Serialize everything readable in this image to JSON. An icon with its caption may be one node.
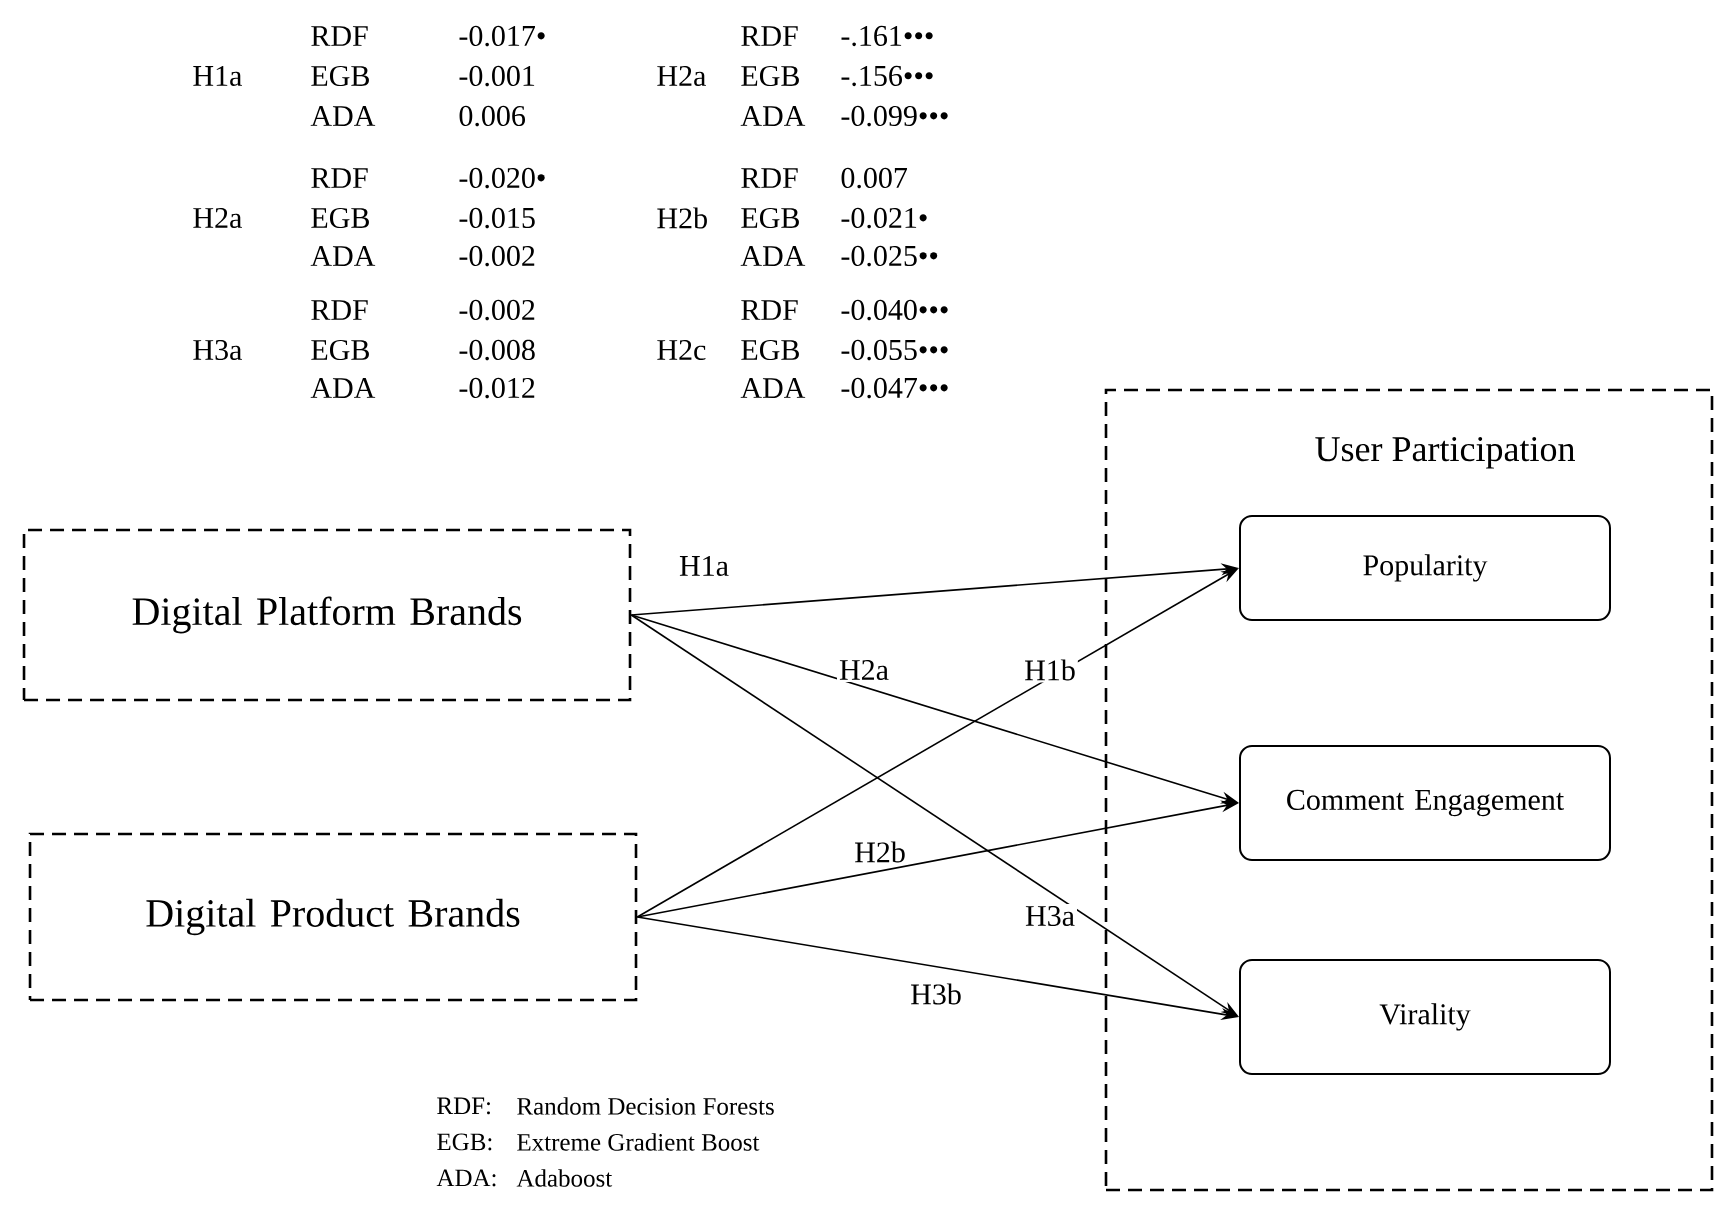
{
  "diagram": {
    "nodes": [
      {
        "text": [
          "Digital Platform Brands"
        ]
      },
      {
        "text": [
          "Digital Product Brands"
        ]
      },
      {
        "text": [
          "User Participation"
        ]
      },
      {
        "text": [
          "Popularity"
        ],
        "in": 2
      },
      {
        "text": [
          "Comment Engagement"
        ],
        "in": 2
      },
      {
        "text": [
          "Virality"
        ],
        "in": 2
      }
    ],
    "edges": [
      {
        "from": 0,
        "to": 3,
        "arrow": "to",
        "label": "H1a"
      },
      {
        "from": 0,
        "to": 4,
        "arrow": "to",
        "label": "H2a"
      },
      {
        "from": 0,
        "to": 5,
        "arrow": "to",
        "label": "H3a"
      },
      {
        "from": 1,
        "to": 3,
        "arrow": "to",
        "label": "H1b"
      },
      {
        "from": 1,
        "to": 4,
        "arrow": "to",
        "label": "H2b"
      },
      {
        "from": 1,
        "to": 5,
        "arrow": "to",
        "label": "H3b"
      }
    ],
    "labels": [
      "RDF",
      "-0.017•",
      "RDF",
      "-.161•••",
      "H1a",
      "EGB",
      "-0.001",
      "H2a",
      "EGB",
      "-.156•••",
      "ADA",
      "0.006",
      "ADA",
      "-0.099•••",
      "RDF",
      "-0.020•",
      "RDF",
      "0.007",
      "H2a",
      "EGB",
      "-0.015",
      "H2b",
      "EGB",
      "-0.021•",
      "ADA",
      "-0.002",
      "ADA",
      "-0.025••",
      "RDF",
      "-0.002",
      "RDF",
      "-0.040•••",
      "H3a",
      "EGB",
      "-0.008",
      "H2c",
      "EGB",
      "-0.055•••",
      "ADA",
      "-0.012",
      "ADA",
      "-0.047•••",
      "RDF:",
      "Random Decision Forests",
      "EGB:",
      "Extreme Gradient Boost",
      "ADA:",
      "Adaboost"
    ]
  }
}
